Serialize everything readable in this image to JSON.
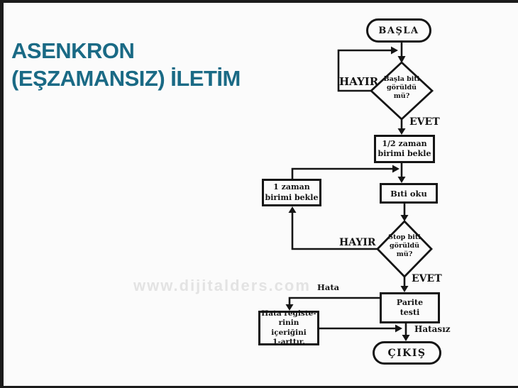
{
  "slide": {
    "title": "ASENKRON\n(EŞZAMANSIZ) İLETİM",
    "title_color": "#1a6a85",
    "watermark": "www.dijitalders.com",
    "frame_color": "#1b1b1b",
    "background_color": "#fbfbfb"
  },
  "flowchart": {
    "ink_color": "#151515",
    "nodes": {
      "start": {
        "type": "terminator",
        "label": "BAŞLA"
      },
      "decision_start_bit": {
        "type": "decision",
        "label": "Başla biti\ngörüldü\nmü?"
      },
      "wait_half": {
        "type": "process",
        "label": "1/2 zaman\nbirimi bekle"
      },
      "wait_one": {
        "type": "process",
        "label": "1 zaman\nbirimi bekle"
      },
      "read_bit": {
        "type": "process",
        "label": "Bıti oku"
      },
      "decision_stop_bit": {
        "type": "decision",
        "label": "Stop biti\ngörüldü\nmü?"
      },
      "parity_test": {
        "type": "process",
        "label": "Parite\ntesti"
      },
      "error_register": {
        "type": "process",
        "label": "Hata registe-\nrinin içeriğini\n1-arttır."
      },
      "end": {
        "type": "terminator",
        "label": "ÇIKIŞ"
      }
    },
    "edge_labels": {
      "hayir_top": "HAYIR",
      "evet_top": "EVET",
      "hayir_bottom": "HAYIR",
      "evet_bottom": "EVET",
      "hata": "Hata",
      "hatasiz": "Hatasız"
    }
  }
}
